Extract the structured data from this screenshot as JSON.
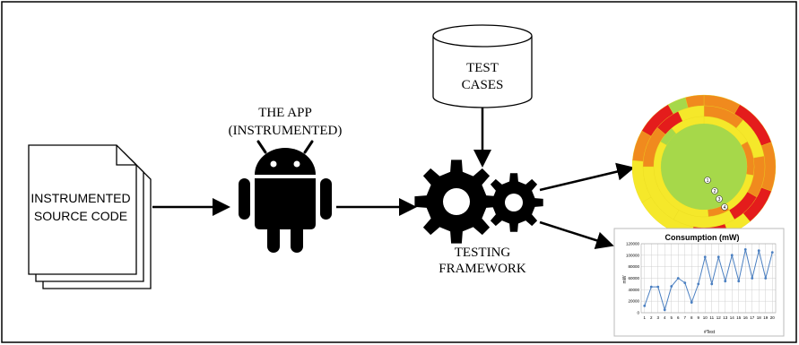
{
  "diagram": {
    "source_code_label_line1": "INSTRUMENTED",
    "source_code_label_line2": "SOURCE CODE",
    "app_label_line1": "THE APP",
    "app_label_line2": "(INSTRUMENTED)",
    "test_cases_label_line1": "TEST",
    "test_cases_label_line2": "CASES",
    "framework_label_line1": "TESTING",
    "framework_label_line2": "FRAMEWORK",
    "sunburst_markers": [
      "1",
      "2",
      "3",
      "4"
    ]
  },
  "chart_data": {
    "type": "line",
    "title": "Consumption (mW)",
    "xlabel": "#Test",
    "ylabel": "mW",
    "x": [
      1,
      2,
      3,
      4,
      5,
      6,
      7,
      8,
      9,
      10,
      11,
      12,
      13,
      14,
      15,
      16,
      17,
      18,
      19,
      20
    ],
    "yticks": [
      0,
      20000,
      40000,
      60000,
      80000,
      100000,
      120000
    ],
    "ylim": [
      0,
      120000
    ],
    "series": [
      {
        "values": [
          12000,
          45000,
          45000,
          5000,
          46000,
          60000,
          52000,
          18000,
          50000,
          97000,
          50000,
          97000,
          55000,
          100000,
          55000,
          110000,
          60000,
          108000,
          60000,
          105000
        ]
      }
    ],
    "grid": true,
    "colors": {
      "line": "#4a7fc1"
    }
  },
  "colors": {
    "sunburst_center": "#a6d84a",
    "sunburst_yellow": "#f5e82a",
    "sunburst_orange": "#f08a1e",
    "sunburst_red": "#e41c1c"
  }
}
